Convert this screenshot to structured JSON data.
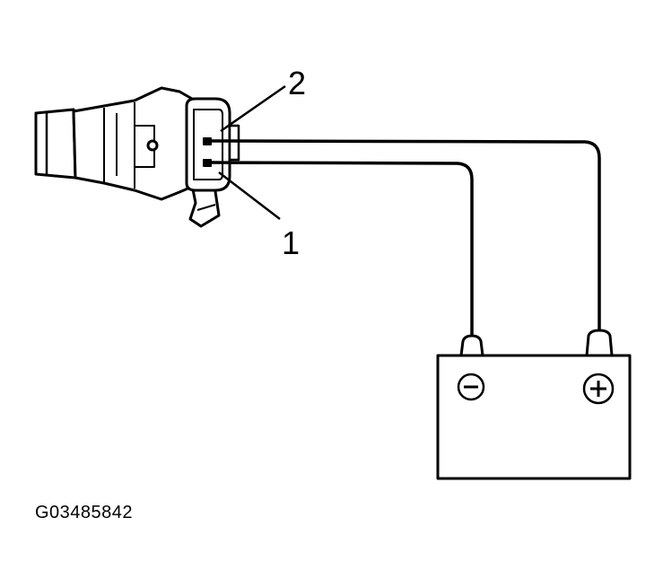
{
  "callouts": [
    {
      "id": "1",
      "label": "1"
    },
    {
      "id": "2",
      "label": "2"
    }
  ],
  "battery": {
    "negative_symbol": "−",
    "positive_symbol": "+"
  },
  "figure_id": "G03485842",
  "colors": {
    "line": "#000000",
    "background": "#ffffff"
  }
}
